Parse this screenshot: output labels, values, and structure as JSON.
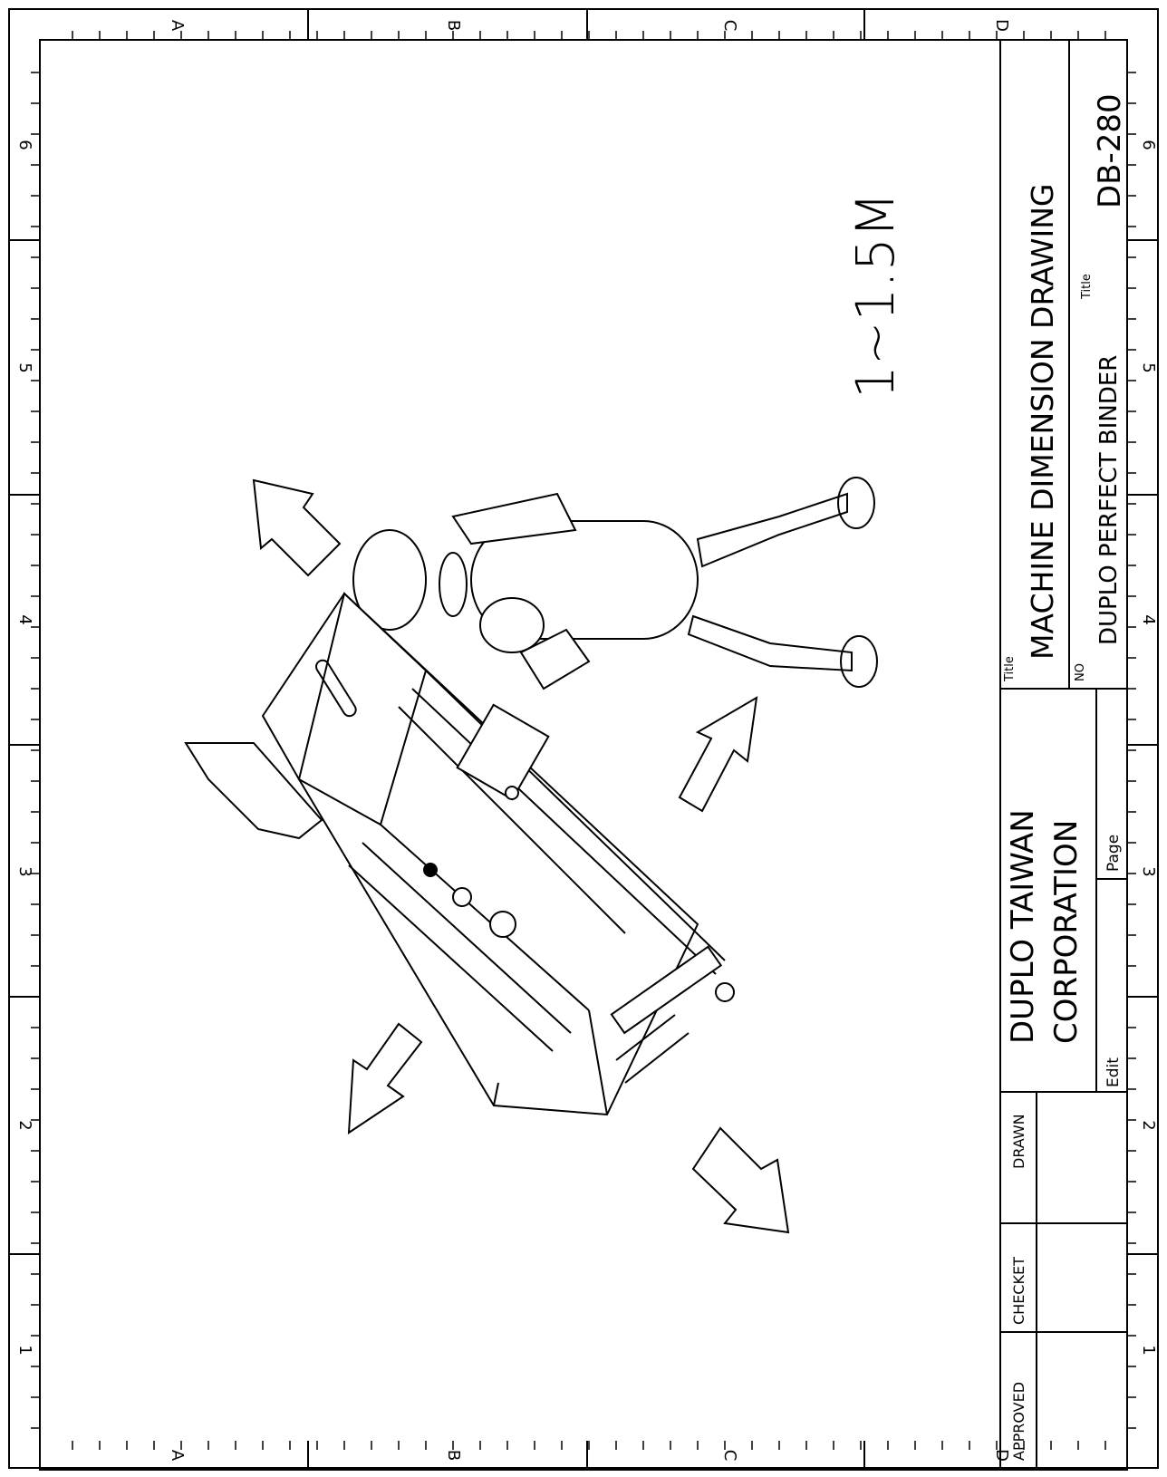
{
  "border": {
    "col_letters": [
      "A",
      "B",
      "C",
      "D"
    ],
    "row_numbers": [
      "1",
      "2",
      "3",
      "4",
      "5",
      "6"
    ]
  },
  "drawing": {
    "clearance_note": "1~1.5M"
  },
  "title_block": {
    "company_line1": "DUPLO TAIWAN",
    "company_line2": "CORPORATION",
    "title_caption": "Title",
    "title": "MACHINE DIMENSION DRAWING",
    "no_caption": "NO",
    "product": "DUPLO PERFECT BINDER",
    "title_caption2": "Title",
    "model": "DB-280",
    "edit_caption": "Edit",
    "page_caption": "Page",
    "approved": "APPROVED",
    "checked": "CHECKET",
    "drawn": "DRAWN"
  }
}
